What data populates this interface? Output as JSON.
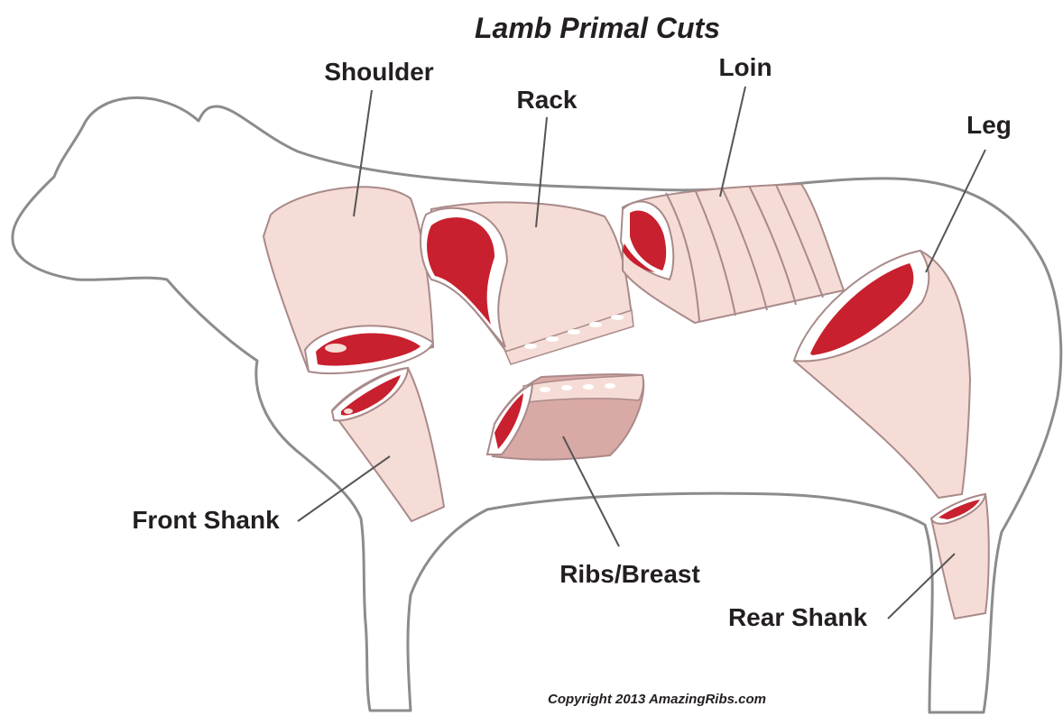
{
  "title": "Lamb  Primal Cuts",
  "labels": {
    "shoulder": "Shoulder",
    "rack": "Rack",
    "loin": "Loin",
    "leg": "Leg",
    "front_shank": "Front Shank",
    "ribs_breast": "Ribs/Breast",
    "rear_shank": "Rear Shank"
  },
  "copyright": "Copyright 2013 AmazingRibs.com",
  "colors": {
    "outline": "#8c8c8c",
    "meat_skin": "#f6dcd6",
    "meat_red": "#c8202e",
    "fat_white": "#ffffff",
    "leader": "#555555",
    "breast_top": "#d9a9a5"
  }
}
